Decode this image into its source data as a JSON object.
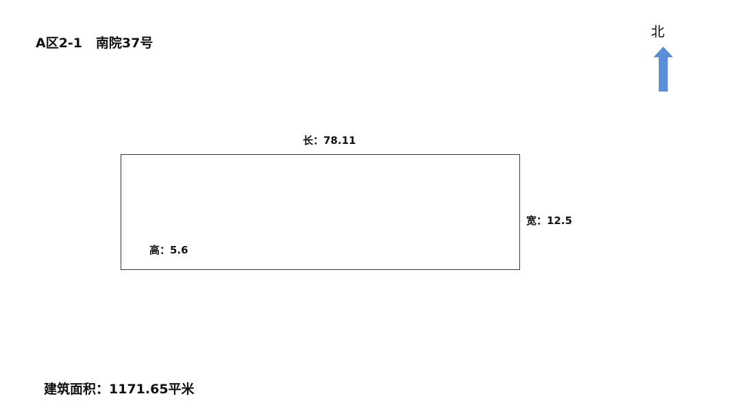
{
  "title": "A区2-1   南院37号",
  "north": {
    "label": "北",
    "arrow_icon": "up-arrow-icon",
    "arrow_color": "#5b8fd9"
  },
  "building": {
    "length_label": "长：78.11",
    "width_label": "宽：12.5",
    "height_label": "高：5.6"
  },
  "area_label": "建筑面积：1171.65平米"
}
